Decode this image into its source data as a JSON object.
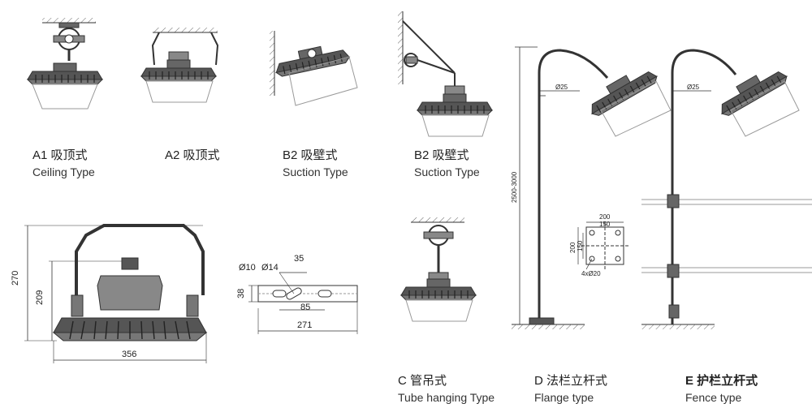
{
  "mounting_types": {
    "a1": {
      "code_cn": "A1 吸顶式",
      "en": "Ceiling  Type"
    },
    "a2": {
      "code_cn": "A2 吸顶式"
    },
    "b2_left": {
      "code_cn": "B2 吸壁式",
      "en": "Suction Type"
    },
    "b2_right": {
      "code_cn": "B2 吸壁式",
      "en": "Suction Type"
    },
    "c": {
      "code_cn": "C 管吊式",
      "en": "Tube hanging Type"
    },
    "d": {
      "code_cn": "D 法栏立杆式",
      "en": "Flange type"
    },
    "e": {
      "code_cn": "E 护栏立杆式",
      "en": "Fence type"
    }
  },
  "dimensions": {
    "lamp_height": "270",
    "lamp_body_height": "209",
    "lamp_diameter": "356",
    "bracket_hole_small": "Ø10",
    "bracket_hole_large": "Ø14",
    "bracket_spacing": "35",
    "bracket_height": "38",
    "bracket_slot": "85",
    "bracket_length": "271",
    "pole_diameter_d": "Ø25",
    "pole_diameter_e": "Ø25",
    "pole_height": "2500-3000",
    "flange_outer": "200",
    "flange_inner": "150",
    "flange_outer_v": "200",
    "flange_inner_v": "150",
    "flange_holes": "4xØ20"
  },
  "colors": {
    "line": "#333333",
    "fill": "#555555",
    "light": "#bbbbbb"
  }
}
